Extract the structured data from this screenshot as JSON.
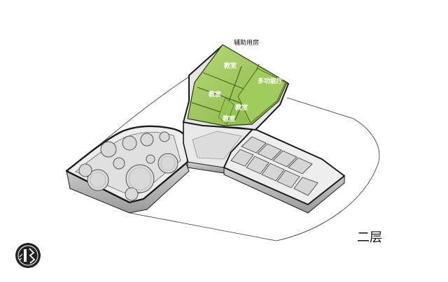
{
  "labels": {
    "auxiliary": "辅助用房",
    "classroom_1": "教室",
    "classroom_2": "教室",
    "classroom_3": "教室",
    "classroom_4": "教室",
    "multipurpose": "多功能厅",
    "floor": "二层"
  },
  "colors": {
    "green_light": "#a9cf6a",
    "green_mid": "#8fbd4c",
    "green_dark": "#6f9a33",
    "outline": "#1a1a1a",
    "wall_top": "#f2f2f2",
    "wall_side": "#b8b8b8",
    "floor": "#e4e4e4"
  },
  "logo": {
    "icon": "school-emblem-icon"
  }
}
